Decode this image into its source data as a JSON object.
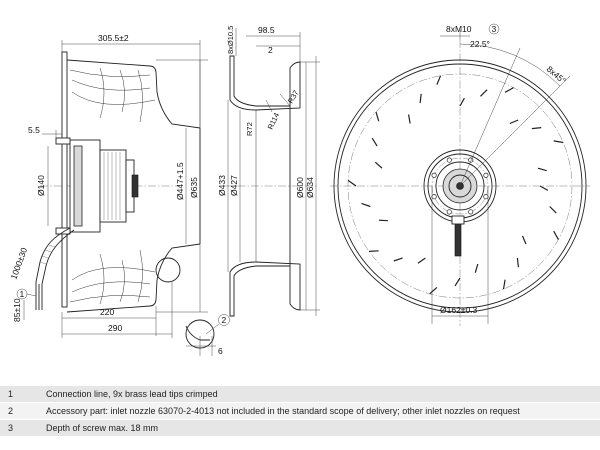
{
  "side_view": {
    "dims": {
      "overall_depth": "305.5±2",
      "lip": "5.5",
      "hub_dia": "Ø140",
      "cable_len": "1000±30",
      "cable_end": "85±10",
      "depth_220": "220",
      "depth_290": "290",
      "dia_447": "Ø447+1.5",
      "dia_635": "Ø635",
      "callout_1": "1",
      "callout_2": "2",
      "detail_6": "6"
    }
  },
  "nozzle_view": {
    "dims": {
      "hole_dia": "8xØ10.5",
      "width_98": "98.5",
      "width_2": "2",
      "r37": "R37",
      "r114": "R114",
      "r72": "R72",
      "dia_433": "Ø433",
      "dia_427": "Ø427",
      "dia_600": "Ø600",
      "dia_634": "Ø634"
    }
  },
  "front_view": {
    "dims": {
      "thread": "8xM10",
      "thread_callout": "3",
      "angle_225": "22.5°",
      "angle_8x45": "8x45°",
      "pcd": "Ø162±0.3"
    }
  },
  "notes": [
    {
      "num": "1",
      "text": "Connection line, 9x brass lead tips crimped"
    },
    {
      "num": "2",
      "text": "Accessory part: inlet nozzle 63070-2-4013 not included in the standard scope of delivery; other inlet nozzles on request"
    },
    {
      "num": "3",
      "text": "Depth of screw max. 18 mm"
    }
  ]
}
